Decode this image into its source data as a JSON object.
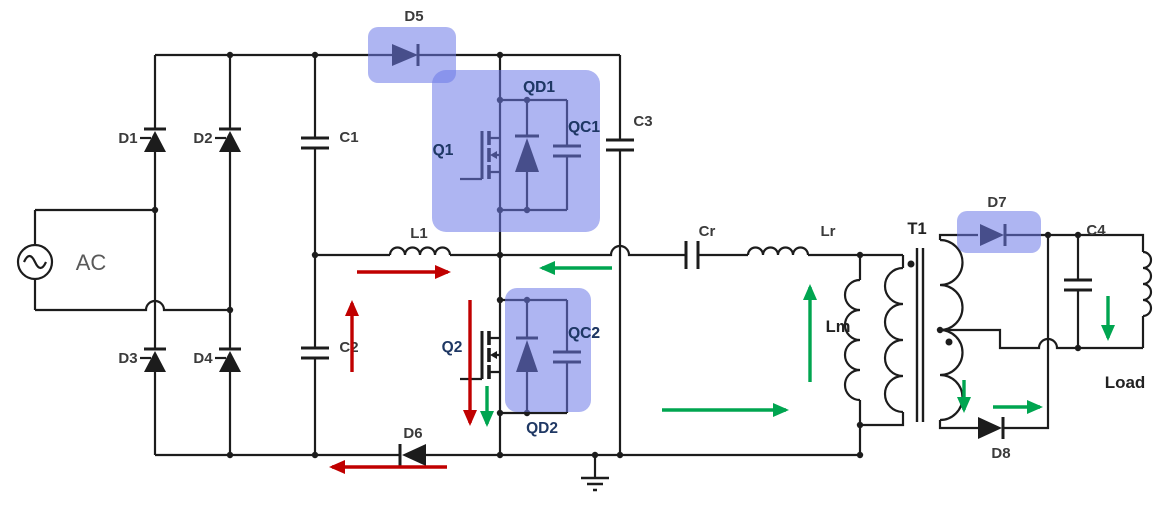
{
  "diagram": {
    "type": "circuit-schematic",
    "colors": {
      "wire": "#1c1c1c",
      "highlight": "#6b79e8",
      "current_red": "#c00000",
      "current_green": "#00a550",
      "label_navy": "#1f3864",
      "label_dark": "#3b3b3b",
      "label_gray": "#595959"
    },
    "labels": {
      "ac": "AC",
      "d1": "D1",
      "d2": "D2",
      "d3": "D3",
      "d4": "D4",
      "d5": "D5",
      "d6": "D6",
      "d7": "D7",
      "d8": "D8",
      "c1": "C1",
      "c2": "C2",
      "c3": "C3",
      "c4": "C4",
      "q1": "Q1",
      "q2": "Q2",
      "qd1": "QD1",
      "qd2": "QD2",
      "qc1": "QC1",
      "qc2": "QC2",
      "l1": "L1",
      "cr": "Cr",
      "lr": "Lr",
      "lm": "Lm",
      "t1": "T1",
      "load": "Load"
    },
    "highlighted_components": [
      "D5",
      "Q1 QD1 QC1",
      "QD2 QC2",
      "D7"
    ]
  }
}
